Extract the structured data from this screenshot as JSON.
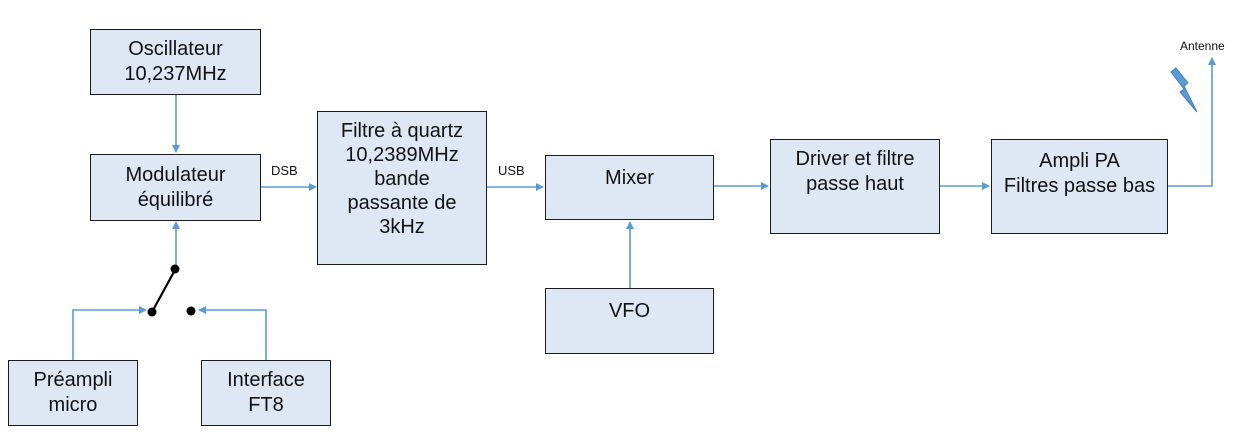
{
  "blocks": {
    "oscillator": {
      "line1": "Oscillateur",
      "line2": "10,237MHz"
    },
    "modulator": {
      "line1": "Modulateur",
      "line2": "équilibré"
    },
    "filter": {
      "line1": "Filtre à quartz",
      "line2": "10,2389MHz",
      "line3": "bande",
      "line4": "passante de",
      "line5": "3kHz"
    },
    "mixer": {
      "line1": "Mixer"
    },
    "driver": {
      "line1": "Driver et filtre",
      "line2": "passe haut"
    },
    "pa": {
      "line1": "Ampli PA",
      "line2": "Filtres passe bas"
    },
    "vfo": {
      "line1": "VFO"
    },
    "preamp": {
      "line1": "Préampli",
      "line2": "micro"
    },
    "interface": {
      "line1": "Interface",
      "line2": "FT8"
    }
  },
  "signals": {
    "dsb": "DSB",
    "usb": "USB"
  },
  "antenna": {
    "label": "Antenne"
  },
  "colors": {
    "block_fill": "#dde8f4",
    "connector": "#5b9bd5",
    "lightning": "#5b9bd5",
    "switch": "#000000"
  }
}
